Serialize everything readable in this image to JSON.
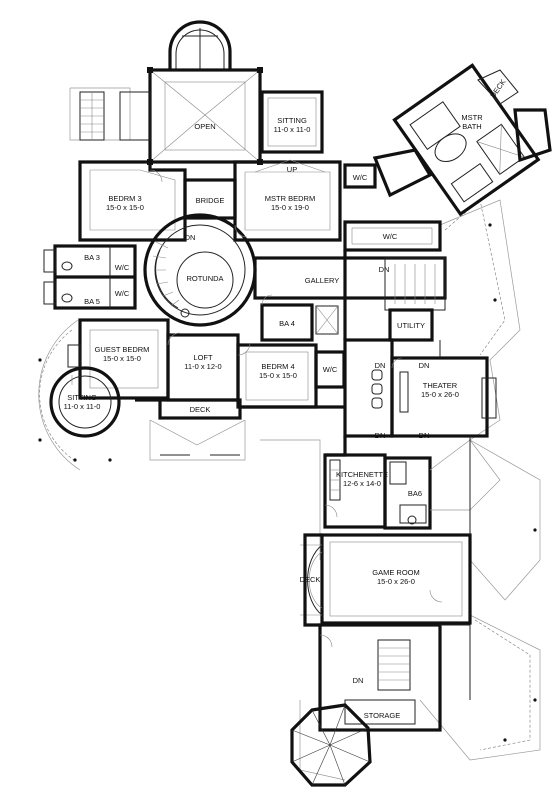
{
  "rooms": {
    "open": "OPEN",
    "sitting_top": "SITTING",
    "sitting_top_dim": "11-0 x 11-0",
    "mstr_bath_1": "MSTR",
    "mstr_bath_2": "BATH",
    "deck_top": "DECK",
    "up": "UP",
    "wic_1": "W/C",
    "bedrm3": "BEDRM 3",
    "bedrm3_dim": "15-0 x 15-0",
    "bridge": "BRIDGE",
    "mstr_bedrm": "MSTR BEDRM",
    "mstr_bedrm_dim": "15-0 x 19-0",
    "wic_2": "W/C",
    "dn_rotunda": "DN",
    "rotunda": "ROTUNDA",
    "ba3": "BA 3",
    "wic_3": "W/C",
    "ba5": "BA 5",
    "wic_4": "W/C",
    "gallery": "GALLERY",
    "dn_stair": "DN",
    "ba4": "BA 4",
    "utility": "UTILITY",
    "guest_bedrm": "GUEST BEDRM",
    "guest_bedrm_dim": "15-0 x 15-0",
    "loft": "LOFT",
    "loft_dim": "11-0 x 12-0",
    "bedrm4": "BEDRM 4",
    "bedrm4_dim": "15-0 x 15-0",
    "wic_5": "W/C",
    "dn_t1": "DN",
    "dn_t2": "DN",
    "theater": "THEATER",
    "theater_dim": "15-0 x 26-0",
    "dn_t3": "DN",
    "dn_t4": "DN",
    "sitting_left": "SITTING",
    "sitting_left_dim": "11-0 x 11-0",
    "deck_mid": "DECK",
    "kitchenette": "KITCHENETTE",
    "kitchenette_dim": "12-6 x 14-0",
    "ba6": "BA6",
    "game_room": "GAME ROOM",
    "game_room_dim": "15-0 x 26-0",
    "deck_side": "DECK",
    "dn_storage": "DN",
    "storage": "STORAGE"
  }
}
